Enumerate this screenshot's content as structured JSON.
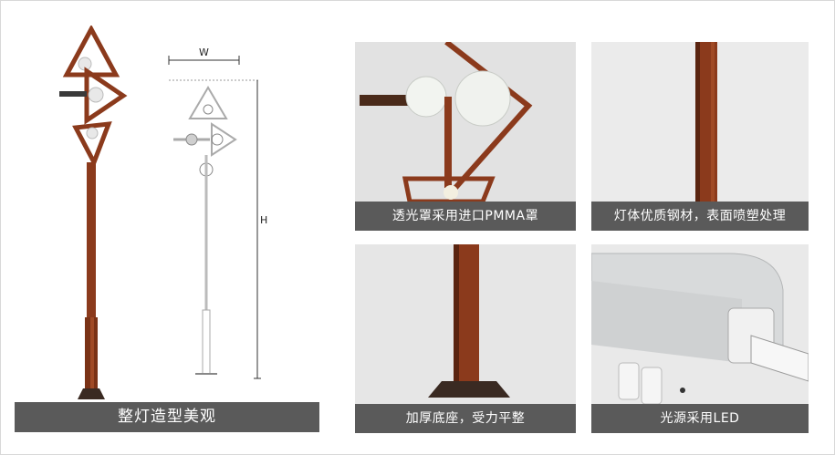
{
  "main_title": "整灯造型美观",
  "dimension_labels": {
    "width": "W",
    "height": "H"
  },
  "panels": [
    {
      "caption": "透光罩采用进口PMMA罩"
    },
    {
      "caption": "灯体优质钢材，表面喷塑处理"
    },
    {
      "caption": "加厚底座，受力平整"
    },
    {
      "caption": "光源采用LED"
    }
  ],
  "colors": {
    "caption_bg": "#5a5a5a",
    "pole": "#8b3a1c",
    "panel_bg": "#e6e6e6"
  }
}
